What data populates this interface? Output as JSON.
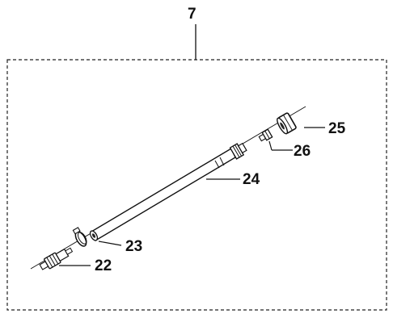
{
  "assembly": {
    "number": "7"
  },
  "parts": [
    {
      "number": "22"
    },
    {
      "number": "23"
    },
    {
      "number": "24"
    },
    {
      "number": "25"
    },
    {
      "number": "26"
    }
  ],
  "colors": {
    "line": "#111111",
    "background": "#ffffff",
    "hose_fill": "#ffffff",
    "dark_fill": "#222222"
  }
}
